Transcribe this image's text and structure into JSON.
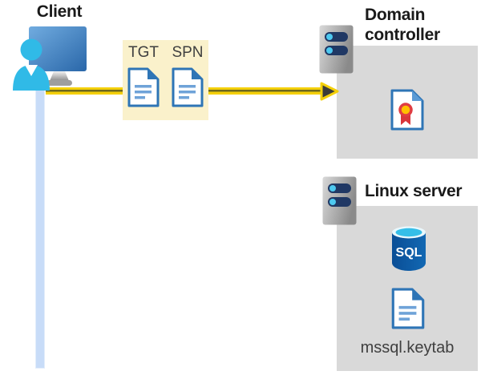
{
  "nodes": {
    "client": {
      "label": "Client",
      "icon": "client-workstation-icon"
    },
    "ticket_box": {
      "tgt_label": "TGT",
      "spn_label": "SPN",
      "tgt_icon": "document-icon",
      "spn_icon": "document-icon"
    },
    "domain_controller": {
      "label": "Domain controller",
      "icon": "server-icon",
      "content_icon": "certificate-icon"
    },
    "linux_server": {
      "label": "Linux server",
      "icon": "server-icon",
      "database_label": "SQL",
      "database_icon": "sql-database-icon",
      "file_label": "mssql.keytab",
      "file_icon": "document-icon"
    }
  },
  "connections": {
    "auth_request_arrow": {
      "from": "client",
      "to": "domain_controller",
      "style": "yellow-double-line-right-arrow"
    },
    "client_lifeline": {
      "style": "light-blue-vertical-bar"
    }
  },
  "colors": {
    "ticket_box_bg": "#FAF1CB",
    "server_box_bg": "#D9D9D9",
    "arrow_yellow": "#F4D00A",
    "arrow_core_dark": "#6E681D",
    "lifeline_blue": "#C8DCF8",
    "icon_blue": "#2E75B6",
    "icon_cyan": "#30BAE7",
    "sql_body_blue": "#0E5FA8",
    "heading_text": "#1A1A1A",
    "secondary_text": "#3F3F3F"
  }
}
